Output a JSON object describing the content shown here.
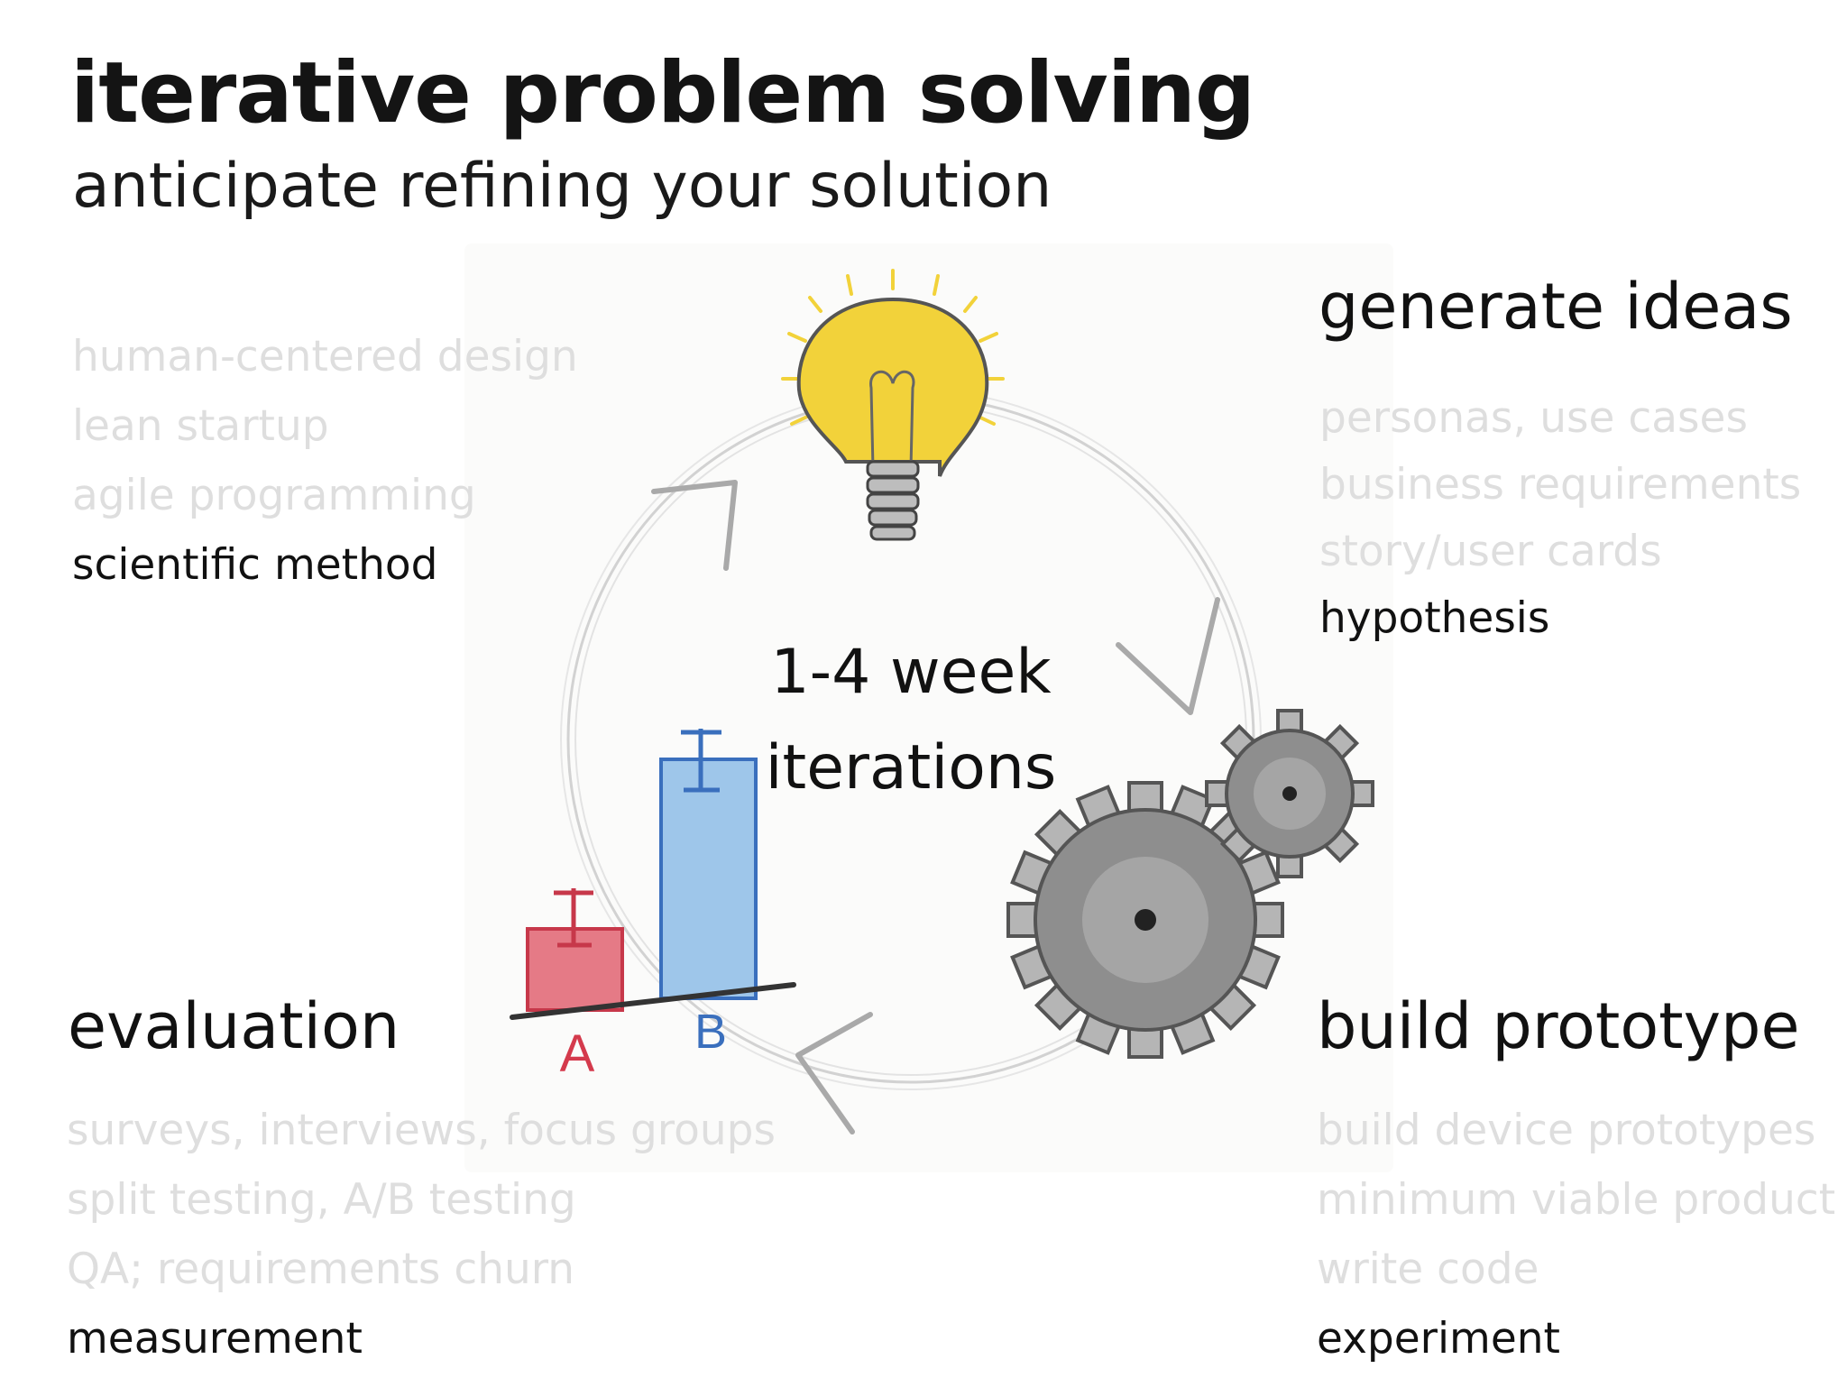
{
  "title": "iterative problem solving",
  "subtitle": "anticipate refining your solution",
  "center": {
    "line1": "1-4 week",
    "line2": "iterations"
  },
  "top_left": {
    "items": [
      "human-centered design",
      "lean startup",
      "agile programming",
      "scientific method"
    ]
  },
  "generate": {
    "heading": "generate ideas",
    "items": [
      "personas, use cases",
      "business requirements",
      "story/user cards",
      "hypothesis"
    ]
  },
  "evaluation": {
    "heading": "evaluation",
    "items": [
      "surveys, interviews, focus groups",
      "split testing, A/B testing",
      "QA; requirements churn",
      "measurement"
    ]
  },
  "build": {
    "heading": "build prototype",
    "items": [
      "build device prototypes",
      "minimum viable product",
      "write code",
      "experiment"
    ]
  },
  "illustration": {
    "bar_a": "A",
    "bar_b": "B",
    "colors": {
      "bulb": "#f2d23a",
      "bar_a": "#e57a86",
      "bar_b": "#9ec6ea",
      "gear": "#777777"
    }
  }
}
